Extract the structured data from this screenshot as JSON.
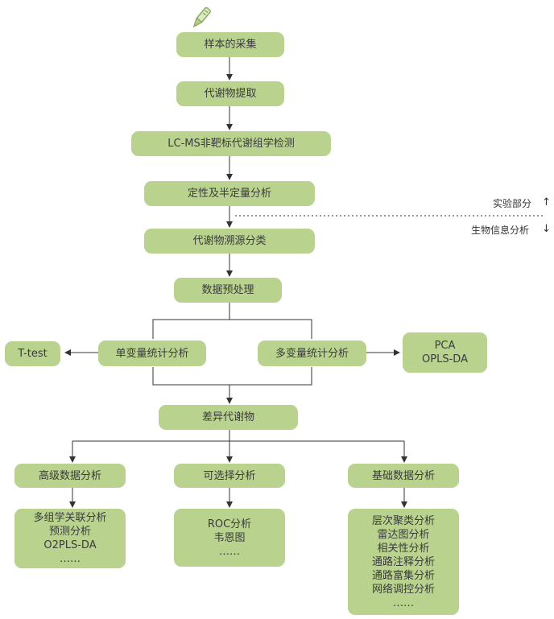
{
  "nodes": {
    "sample_collection": "样本的采集",
    "metabolite_extraction": "代谢物提取",
    "lcms_detection": "LC-MS非靶标代谢组学检测",
    "qualitative_quant": "定性及半定量分析",
    "metabolite_traceability": "代谢物溯源分类",
    "data_preprocessing": "数据预处理",
    "univariate": "单变量统计分析",
    "multivariate": "多变量统计分析",
    "ttest": "T-test",
    "pca_oplsda": [
      "PCA",
      "OPLS-DA"
    ],
    "differential": "差异代谢物",
    "advanced": "高级数据分析",
    "optional": "可选择分析",
    "basic": "基础数据分析",
    "advanced_items": [
      "多组学关联分析",
      "预测分析",
      "O2PLS-DA",
      "……"
    ],
    "optional_items": [
      "ROC分析",
      "韦恩图",
      "……"
    ],
    "basic_items": [
      "层次聚类分析",
      "雷达图分析",
      "相关性分析",
      "通路注释分析",
      "通路富集分析",
      "网络调控分析",
      "……"
    ]
  },
  "section_labels": {
    "experimental": "实验部分",
    "bioinformatics": "生物信息分析"
  },
  "icons": {
    "pen": "pen-icon",
    "up_arrow": "arrow-up-icon",
    "down_arrow": "arrow-down-icon"
  },
  "colors": {
    "node_fill": "#b9d38f",
    "line": "#333333"
  }
}
